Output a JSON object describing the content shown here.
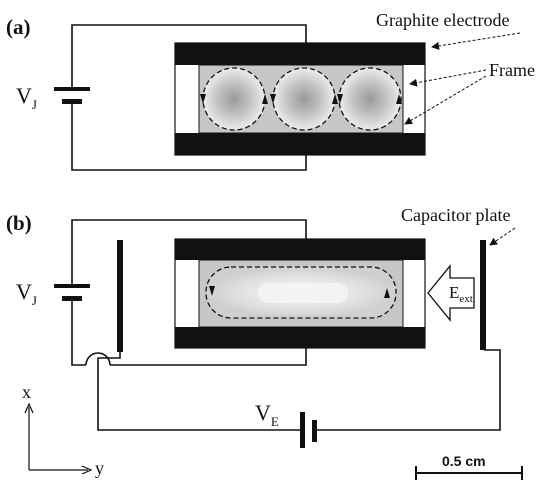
{
  "panel_a": {
    "tag": "(a)",
    "voltage_letter": "V",
    "voltage_sub": "J",
    "callouts": {
      "graphite_electrode": "Graphite electrode",
      "frame": "Frame"
    }
  },
  "panel_b": {
    "tag": "(b)",
    "voltage_j_letter": "V",
    "voltage_j_sub": "J",
    "voltage_e_letter": "V",
    "voltage_e_sub": "E",
    "field_letter": "E",
    "field_sub": "ext",
    "callouts": {
      "capacitor_plate": "Capacitor plate"
    }
  },
  "axes": {
    "x_label": "x",
    "y_label": "y"
  },
  "scale_bar": {
    "label": "0.5 cm"
  },
  "colors": {
    "ink": "#111111",
    "chamber_fill": "#c7c7c7",
    "droplet_core": "#9a9a9a",
    "droplet_edge": "#e9e9e9",
    "electrode": "#111111"
  }
}
